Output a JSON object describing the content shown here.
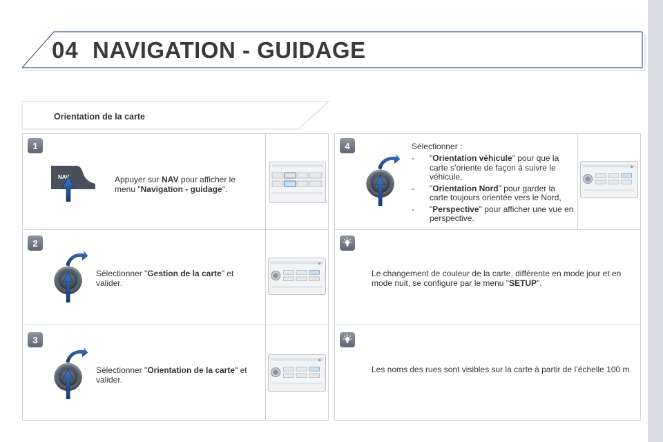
{
  "header": {
    "chapter": "04",
    "title": "NAVIGATION - GUIDAGE"
  },
  "section": {
    "title": "Orientation de la carte"
  },
  "steps": [
    {
      "number": "1",
      "button_label": "NAV",
      "text_pre": "Appuyer sur ",
      "text_bold1": "NAV",
      "text_mid": " pour afficher le menu \"",
      "text_bold2": "Navigation - guidage",
      "text_post": "\"."
    },
    {
      "number": "2",
      "text_pre": "Sélectionner \"",
      "text_bold": "Gestion de la carte",
      "text_post": "\" et valider."
    },
    {
      "number": "3",
      "text_pre": "Sélectionner \"",
      "text_bold": "Orientation de la carte",
      "text_post": "\" et valider."
    },
    {
      "number": "4",
      "intro": "Sélectionner :",
      "options": [
        {
          "dash": "-",
          "q1": "\"",
          "bold": "Orientation véhicule",
          "rest": "\" pour que la carte s’oriente de façon à suivre le véhicule,"
        },
        {
          "dash": "-",
          "q1": "\"",
          "bold": "Orientation Nord",
          "rest": "\" pour garder la carte toujours orientée vers le Nord,"
        },
        {
          "dash": "-",
          "q1": "\"",
          "bold": "Perspective",
          "rest": "\" pour afficher une vue en perspective."
        }
      ]
    }
  ],
  "tips": [
    {
      "icon": "lightbulb-icon",
      "text_pre": "Le changement de couleur de la carte, différente en mode jour et en mode nuit, se configure par le menu \"",
      "text_bold": "SETUP",
      "text_post": "\"."
    },
    {
      "icon": "lightbulb-icon",
      "text": "Les noms des rues sont visibles sur la carte à partir de l’échelle 100 m."
    }
  ],
  "colors": {
    "badge": "#6b7280",
    "knob": "#3d4550",
    "arrow": "#1f4f8f",
    "frame": "#3c5a85"
  }
}
